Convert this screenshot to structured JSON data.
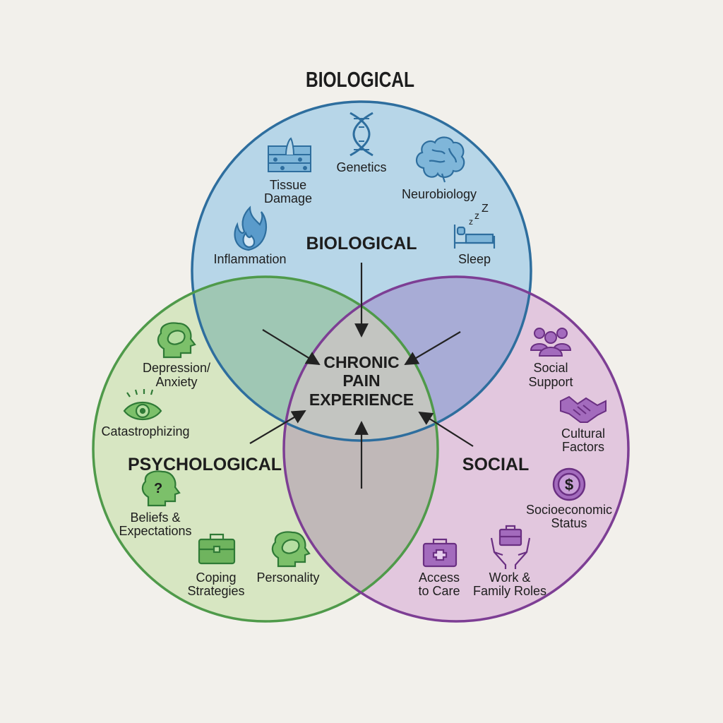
{
  "top_title": "BIOLOGICAL",
  "colors": {
    "background": "#f2f0eb",
    "biological": "#2e6e9e",
    "biological_fill": "#b7d6e8",
    "psychological": "#4f9a4a",
    "psychological_fill": "#cde3b4",
    "social": "#7d3e94",
    "social_fill": "#dcbad9",
    "center_fill": "#c3c5c1",
    "arrow": "#222222"
  },
  "center": {
    "line1": "CHRONIC",
    "line2": "PAIN",
    "line3": "EXPERIENCE"
  },
  "biological": {
    "heading": "BIOLOGICAL",
    "items": {
      "tissue_damage": {
        "line1": "Tissue",
        "line2": "Damage",
        "icon": "skin-layer-icon"
      },
      "genetics": {
        "line1": "Genetics",
        "icon": "dna-icon"
      },
      "neurobiology": {
        "line1": "Neurobiology",
        "icon": "brain-icon"
      },
      "inflammation": {
        "line1": "Inflammation",
        "icon": "flame-icon"
      },
      "sleep": {
        "line1": "Sleep",
        "icon": "bed-sleep-icon"
      }
    }
  },
  "psychological": {
    "heading": "PSYCHOLOGICAL",
    "items": {
      "depression": {
        "line1": "Depression/",
        "line2": "Anxiety",
        "icon": "head-brain-icon"
      },
      "catastrophizing": {
        "line1": "Catastrophizing",
        "icon": "eye-icon"
      },
      "beliefs": {
        "line1": "Beliefs &",
        "line2": "Expectations",
        "icon": "head-question-icon"
      },
      "coping": {
        "line1": "Coping",
        "line2": "Strategies",
        "icon": "briefcase-icon"
      },
      "personality": {
        "line1": "Personality",
        "icon": "head-brain-icon"
      }
    }
  },
  "social": {
    "heading": "SOCIAL",
    "items": {
      "support": {
        "line1": "Social",
        "line2": "Support",
        "icon": "group-icon"
      },
      "cultural": {
        "line1": "Cultural",
        "line2": "Factors",
        "icon": "handshake-icon"
      },
      "socioeconomic": {
        "line1": "Socioeconomic",
        "line2": "Status",
        "icon": "dollar-coin-icon"
      },
      "access": {
        "line1": "Access",
        "line2": "to Care",
        "icon": "medical-kit-icon"
      },
      "work": {
        "line1": "Work &",
        "line2": "Family Roles",
        "icon": "hands-briefcase-icon"
      }
    }
  }
}
